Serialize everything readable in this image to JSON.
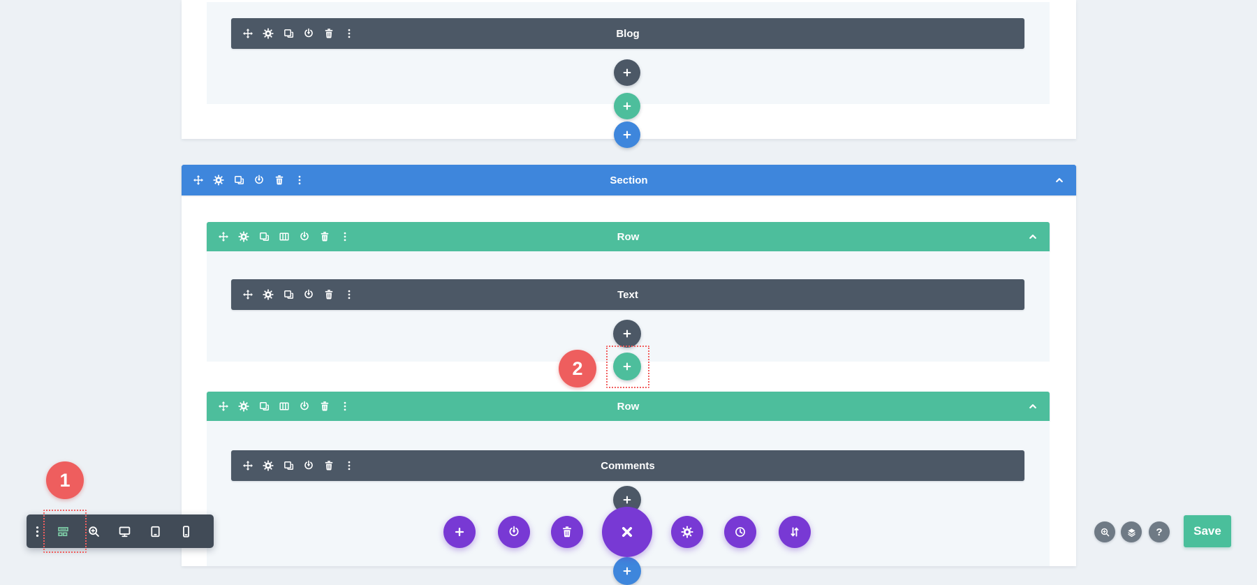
{
  "builder": {
    "top_section": {
      "module_label": "Blog",
      "insert_buttons": [
        "insert-module",
        "insert-row",
        "insert-section"
      ]
    },
    "section": {
      "label": "Section",
      "collapse": "chevron-up",
      "rows": [
        {
          "label": "Row",
          "modules": [
            {
              "label": "Text"
            }
          ]
        },
        {
          "label": "Row",
          "modules": [
            {
              "label": "Comments"
            }
          ]
        }
      ]
    },
    "module_bar_icons": [
      "move",
      "settings",
      "duplicate",
      "portability",
      "trash",
      "more-options"
    ],
    "row_bar_icons": [
      "move",
      "settings",
      "duplicate",
      "columns",
      "portability",
      "trash",
      "more-options"
    ],
    "section_bar_icons": [
      "move",
      "settings",
      "duplicate",
      "portability",
      "trash",
      "more-options"
    ]
  },
  "annotations": {
    "step1": "1",
    "step2": "2"
  },
  "fab": {
    "icons": [
      "add",
      "portability",
      "trash",
      "close",
      "settings",
      "history",
      "swap"
    ],
    "expand_buttons": [
      "add-module",
      "add-section"
    ]
  },
  "toolbar_left": {
    "icons": [
      "more-options",
      "wireframe-view",
      "zoom",
      "desktop-view",
      "tablet-view",
      "phone-view"
    ],
    "active": "wireframe-view"
  },
  "toolbar_right": {
    "icons": [
      "search",
      "layers",
      "help"
    ],
    "help_glyph": "?",
    "save_label": "Save"
  },
  "colors": {
    "page_background": "#edf1f5",
    "inset_background": "#f3f7fa",
    "module_dark": "#4c5866",
    "section_blue": "#3e86dc",
    "row_green": "#4dbe9c",
    "builder_purple": "#7839d4",
    "badge_red": "#ee5e5e",
    "highlight_dotted_red": "#f15f5f",
    "save_green": "#4abf9b",
    "gray_button": "#6f7a85",
    "left_toolbar": "#414b57",
    "wireframe_icon_green": "#7ecda7"
  }
}
